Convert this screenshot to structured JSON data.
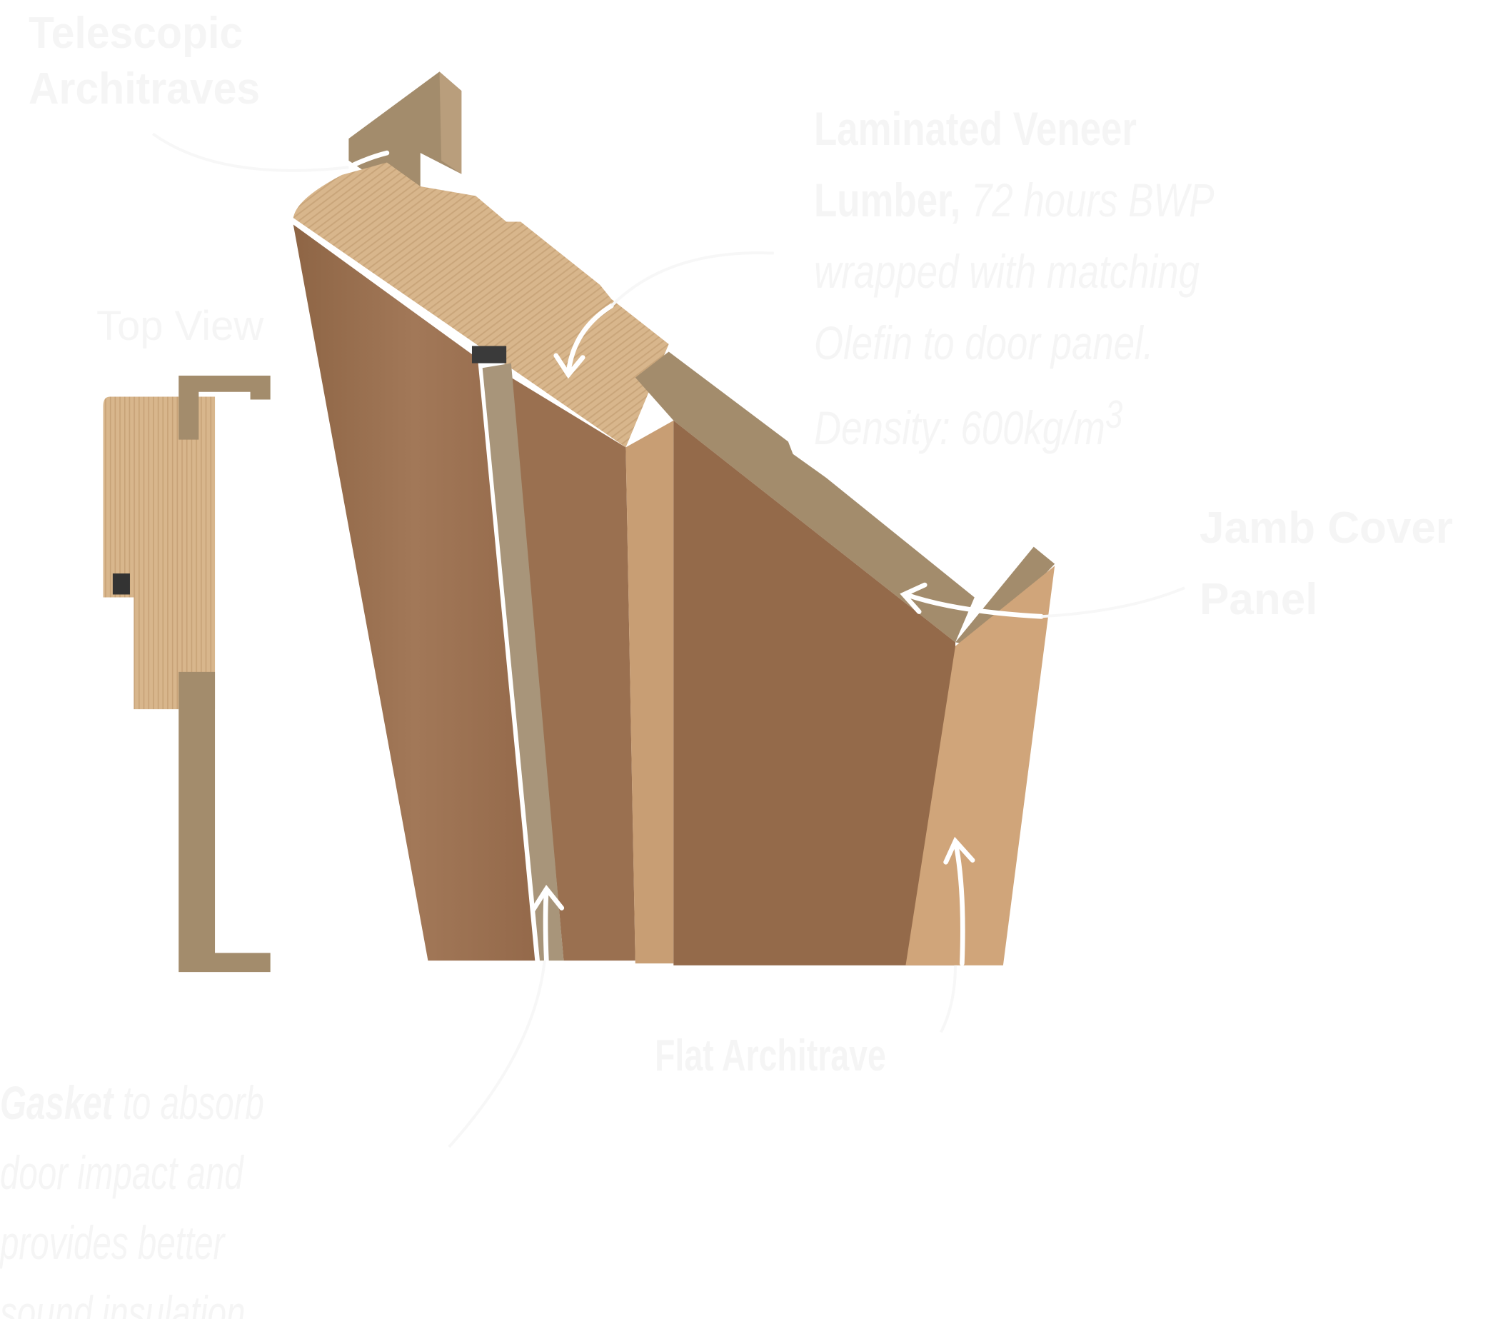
{
  "labels": {
    "telescopic": {
      "line1": "Telescopic",
      "line2": "Architraves"
    },
    "top_view": "Top View",
    "lvl": {
      "line1": "Laminated Veneer",
      "line2_bold": "Lumber,",
      "line2_rest": " 72 hours BWP",
      "line3": "wrapped with matching",
      "line4": "Olefin to door panel.",
      "line5": "Density: 600kg/m",
      "line5_sup": "3"
    },
    "jamb_cover": {
      "line1": "Jamb Cover",
      "line2": "Panel"
    },
    "flat_architrave": "Flat Architrave",
    "gasket": {
      "line1_bold": "Gasket",
      "line1_rest": " to absorb",
      "line2": "door impact and",
      "line3": "provides better",
      "line4": "sound insulation."
    }
  },
  "colors": {
    "plywood": "#d6b48a",
    "walnut_face": "#9c7252",
    "walnut_dark": "#8f6646",
    "mdf": "#a38c6c",
    "gasket": "#a8957a",
    "architrave": "#d0a57a",
    "label_text": "#f5f5f5",
    "arrow": "#ffffff"
  }
}
